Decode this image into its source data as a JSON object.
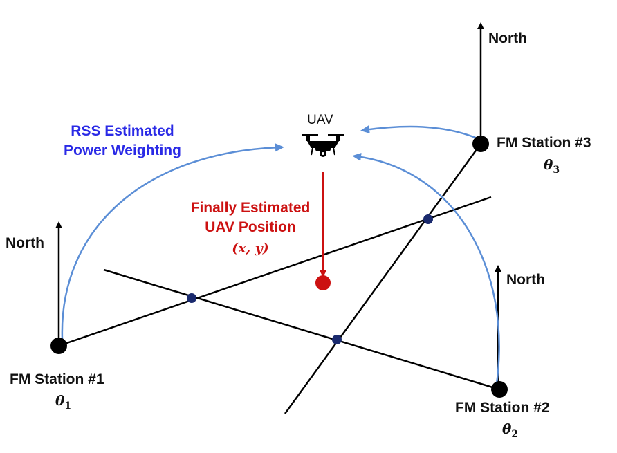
{
  "diagram": {
    "north_label": "North",
    "uav_label": "UAV",
    "weighting_line1": "RSS Estimated",
    "weighting_line2": "Power Weighting",
    "estimate_line1": "Finally Estimated",
    "estimate_line2": "UAV Position",
    "estimate_coords": "(x, y)",
    "stations": [
      {
        "name": "FM Station #1",
        "theta": "θ",
        "theta_sub": "1"
      },
      {
        "name": "FM Station #2",
        "theta": "θ",
        "theta_sub": "2"
      },
      {
        "name": "FM Station #3",
        "theta": "θ",
        "theta_sub": "3"
      }
    ],
    "colors": {
      "arc": "#5b8ed6",
      "weighting_text": "#2a2ae6",
      "estimate": "#cc1111",
      "intersection": "#1a2a6e",
      "station": "#000000"
    },
    "icons": {
      "uav": "drone-icon"
    }
  }
}
